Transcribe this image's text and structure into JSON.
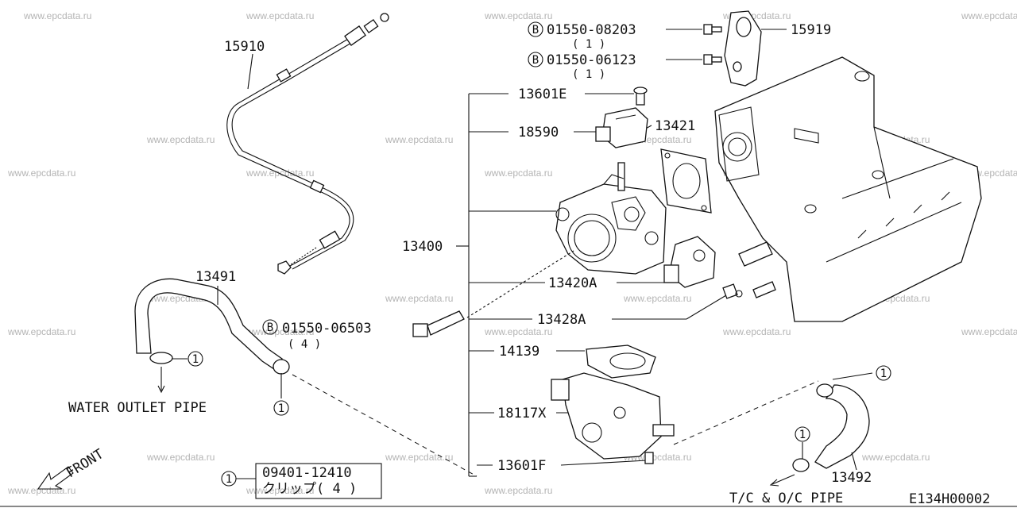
{
  "diagram_code": "E134H00002",
  "watermark": "www.epcdata.ru",
  "direction_label": "FRONT",
  "parts": {
    "cable": "15910",
    "bracket": "15919",
    "bolt_a": "01550-08203",
    "bolt_a_qty": "( 1 )",
    "bolt_b": "01550-06123",
    "bolt_b_qty": "( 1 )",
    "screw_e": "13601E",
    "sensor": "18590",
    "gasket_upper": "13421",
    "throttle_body": "13400",
    "sensor_a": "13420A",
    "bolt_428a": "13428A",
    "bolt_c": "01550-06503",
    "bolt_c_qty": "( 4 )",
    "gasket_lower": "14139",
    "valve": "18117X",
    "screw_f": "13601F",
    "hose_left": "13491",
    "hose_right": "13492"
  },
  "callouts": {
    "b_marker": "B",
    "clip_marker": "1"
  },
  "destinations": {
    "left": "WATER OUTLET PIPE",
    "right": "T/C & O/C PIPE"
  },
  "legend": {
    "marker": "1",
    "part_number": "09401-12410",
    "description": "クリップ( 4 )"
  }
}
